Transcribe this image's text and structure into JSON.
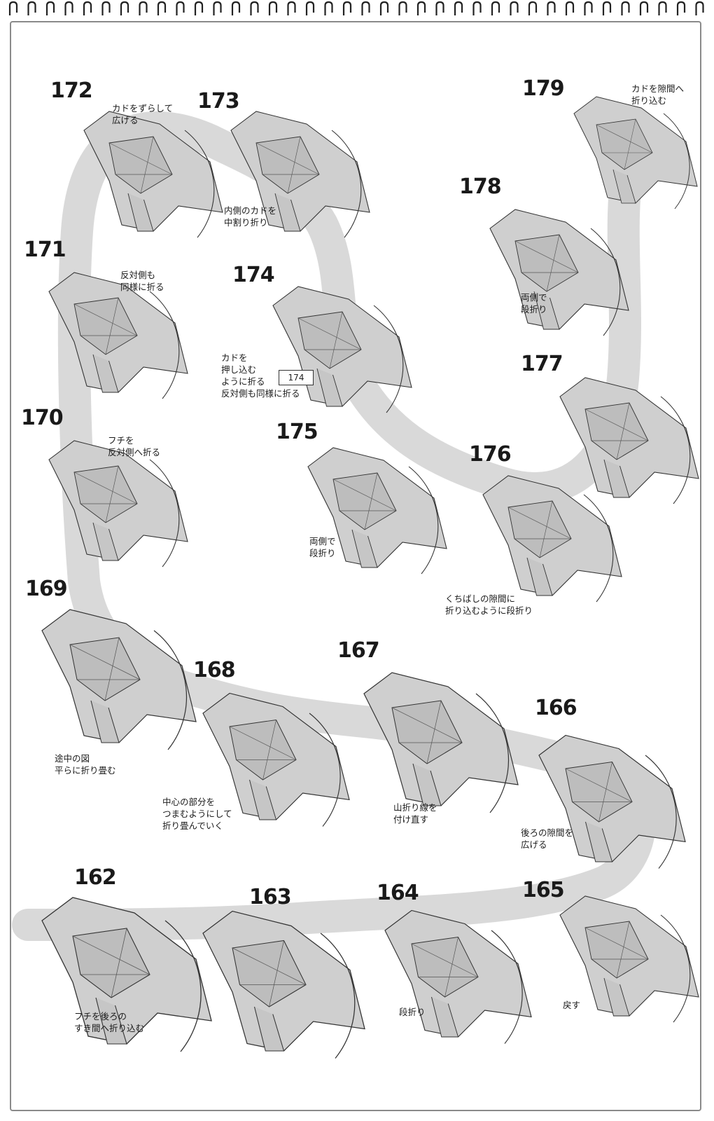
{
  "steps": [
    {
      "number": "172",
      "caption": "カドをずらして\n広げる"
    },
    {
      "number": "173",
      "caption": "内側のカドを\n中割り折り"
    },
    {
      "number": "179",
      "caption": "カドを隙間へ\n折り込む"
    },
    {
      "number": "178",
      "caption": "両側で\n段折り"
    },
    {
      "number": "171",
      "caption": "反対側も\n同様に折る"
    },
    {
      "number": "174",
      "caption": "カドを\n押し込む\nように折る\n反対側も同様に折る"
    },
    {
      "number": "177",
      "caption": ""
    },
    {
      "number": "170",
      "caption": "フチを\n反対側へ折る"
    },
    {
      "number": "175",
      "caption": "両側で\n段折り"
    },
    {
      "number": "176",
      "caption": "くちばしの隙間に\n折り込むように段折り"
    },
    {
      "number": "169",
      "caption": "途中の図\n平らに折り畳む"
    },
    {
      "number": "168",
      "caption": "中心の部分を\nつまむようにして\n折り畳んでいく"
    },
    {
      "number": "167",
      "caption": "山折り線を\n付け直す"
    },
    {
      "number": "166",
      "caption": "後ろの隙間を\n広げる"
    },
    {
      "number": "162",
      "caption": "フチを後ろの\nすき間へ折り込む"
    },
    {
      "number": "163",
      "caption": ""
    },
    {
      "number": "164",
      "caption": "段折り"
    },
    {
      "number": "165",
      "caption": "戻す"
    }
  ],
  "reference_box": "174"
}
